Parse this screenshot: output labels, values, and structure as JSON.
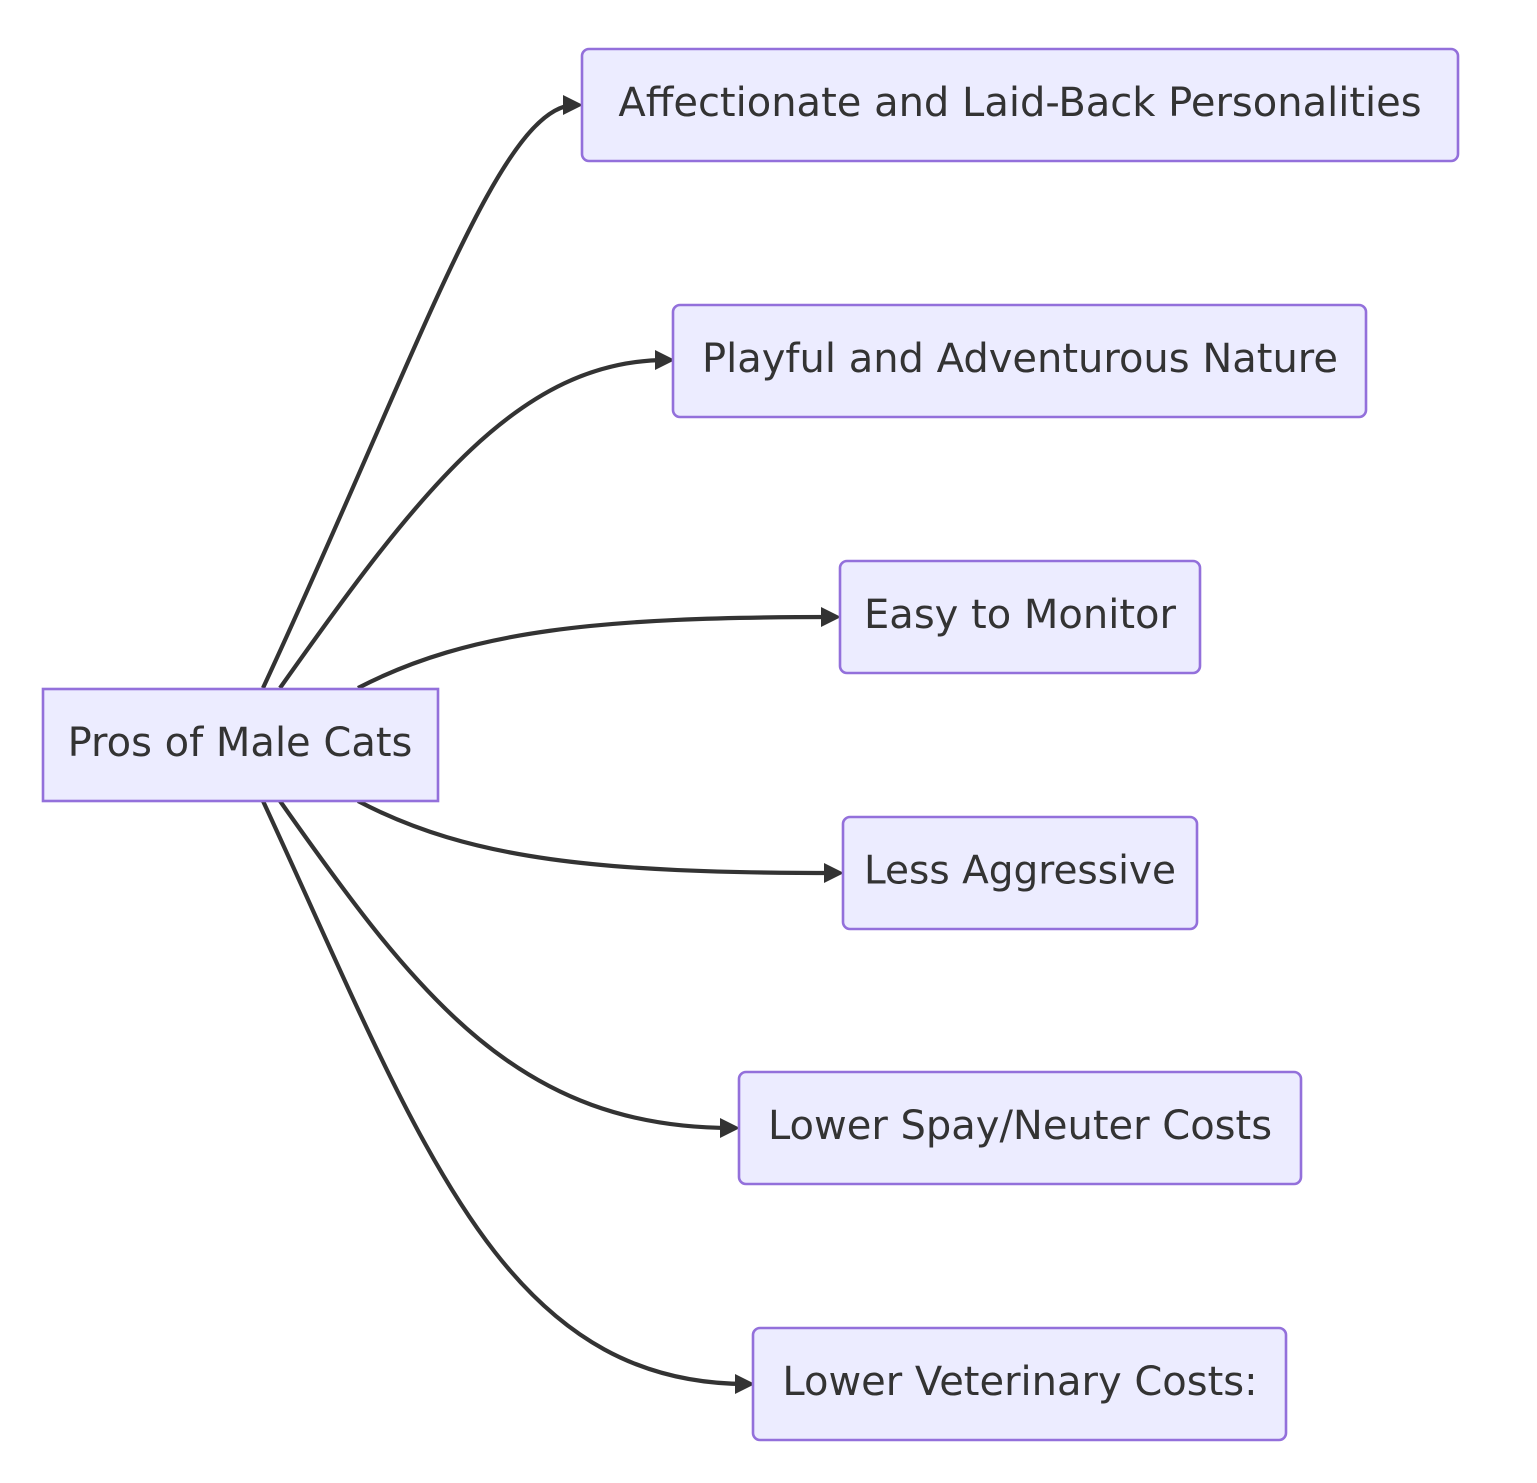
{
  "root": {
    "label": "Pros of Male Cats"
  },
  "children": [
    {
      "label": "Affectionate and Laid-Back Personalities"
    },
    {
      "label": "Playful and Adventurous Nature"
    },
    {
      "label": "Easy to Monitor"
    },
    {
      "label": "Less Aggressive"
    },
    {
      "label": "Lower Spay/Neuter Costs"
    },
    {
      "label": "Lower Veterinary Costs:"
    }
  ],
  "colors": {
    "node_fill": "#ECECFF",
    "node_stroke": "#9370DB",
    "edge": "#333333",
    "text": "#333333"
  }
}
